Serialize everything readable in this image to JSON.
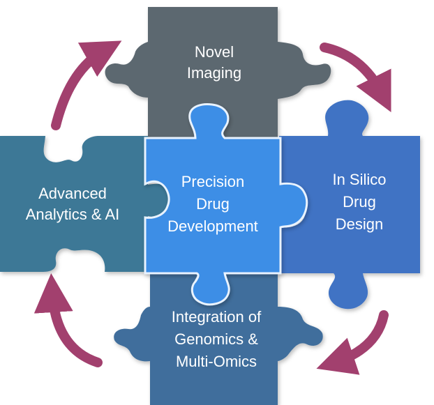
{
  "pieces": {
    "top": {
      "lines": [
        "Novel",
        "Imaging"
      ],
      "color": "#5c6770"
    },
    "left": {
      "lines": [
        "Advanced",
        "Analytics & AI"
      ],
      "color": "#3e7896"
    },
    "right": {
      "lines": [
        "In Silico",
        "Drug",
        "Design"
      ],
      "color": "#3f73c4"
    },
    "bottom": {
      "lines": [
        "Integration of",
        "Genomics &",
        "Multi-Omics"
      ],
      "color": "#3f6e9c"
    },
    "center": {
      "lines": [
        "Precision",
        "Drug",
        "Development"
      ],
      "color": "#3d8ee6"
    }
  },
  "arrows": {
    "color": "#a2406e",
    "directions": [
      "clockwise",
      "clockwise",
      "clockwise",
      "clockwise"
    ]
  }
}
